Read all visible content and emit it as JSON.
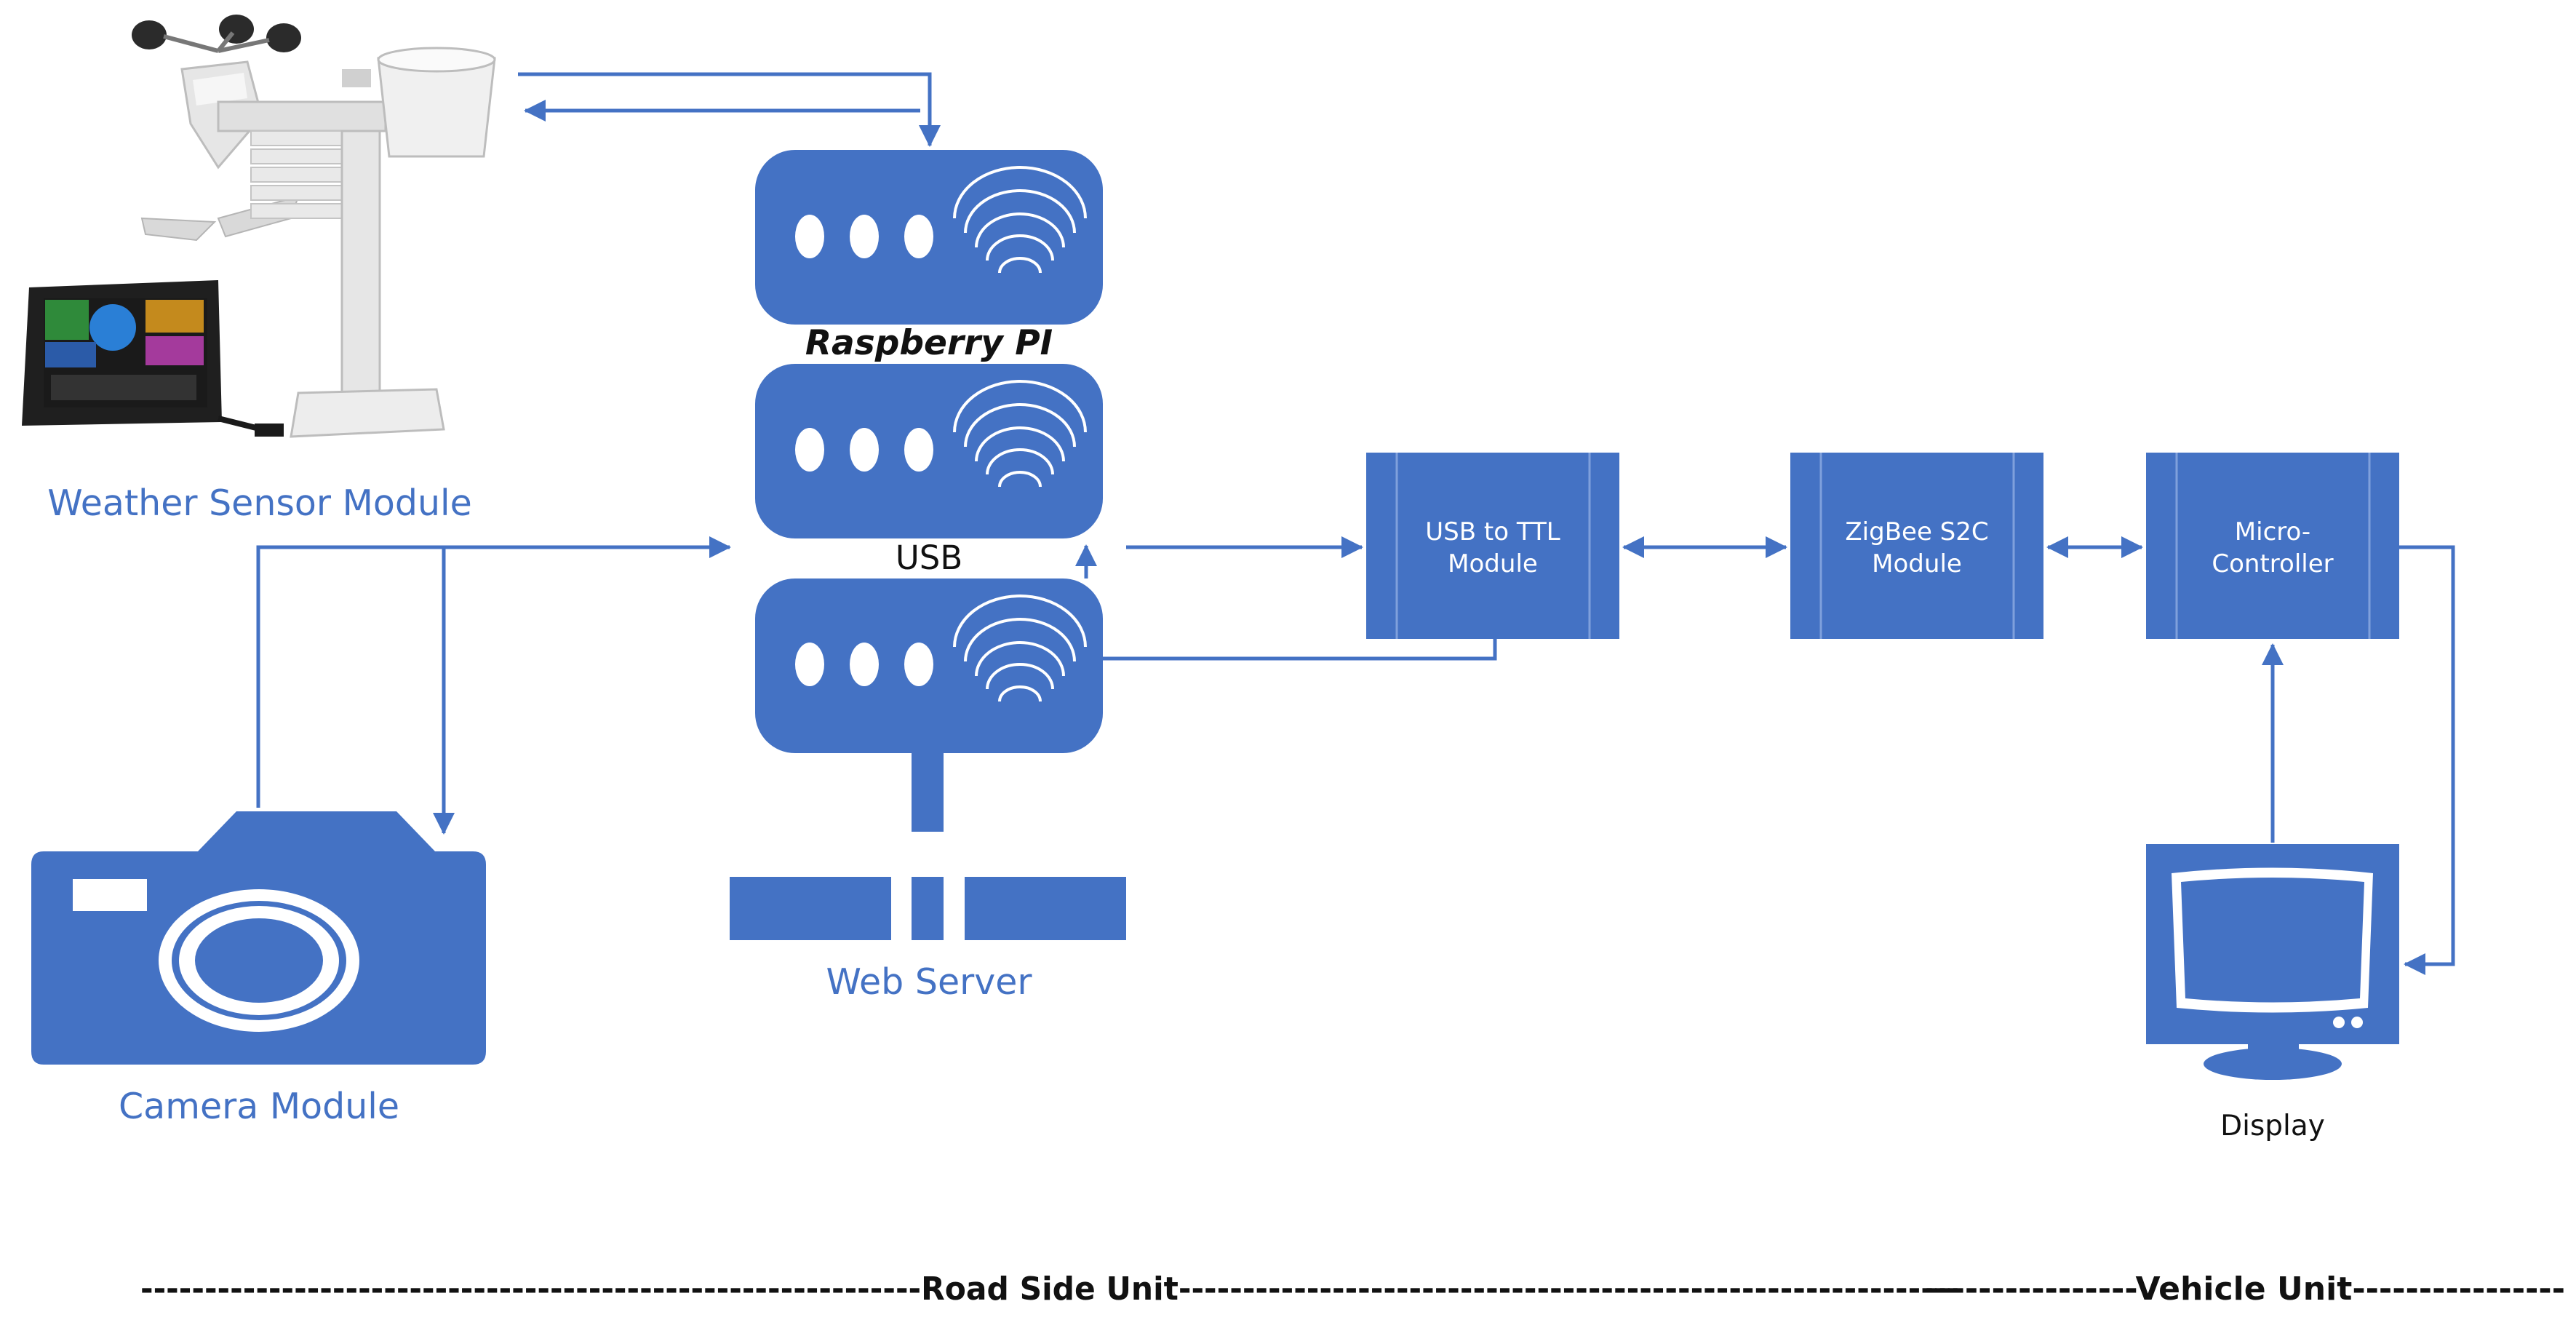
{
  "colors": {
    "accent": "#4472C4",
    "text_blue": "#4472C4",
    "text_dark": "#111111",
    "box_text": "#FFFFFF",
    "background": "#FFFFFF"
  },
  "labels": {
    "weather_sensor": "Weather Sensor Module",
    "raspberry_pi": "Raspberry PI",
    "usb": "USB",
    "web_server": "Web Server",
    "camera": "Camera Module",
    "display": "Display"
  },
  "modules": {
    "usb_ttl": {
      "line1": "USB to TTL",
      "line2": "Module"
    },
    "zigbee": {
      "line1": "ZigBee S2C",
      "line2": "Module"
    },
    "micro": {
      "line1": "Micro-",
      "line2": "Controller"
    }
  },
  "footer": {
    "road_side_unit": "-------------------------------------------------------------Road Side Unit-------------------------------------------------------------",
    "vehicle_unit": "----------------Vehicle Unit----------------"
  },
  "icons": {
    "weather_station": "weather-station-icon",
    "server": "server-icon",
    "camera": "camera-icon",
    "network": "network-icon",
    "monitor": "monitor-icon"
  }
}
